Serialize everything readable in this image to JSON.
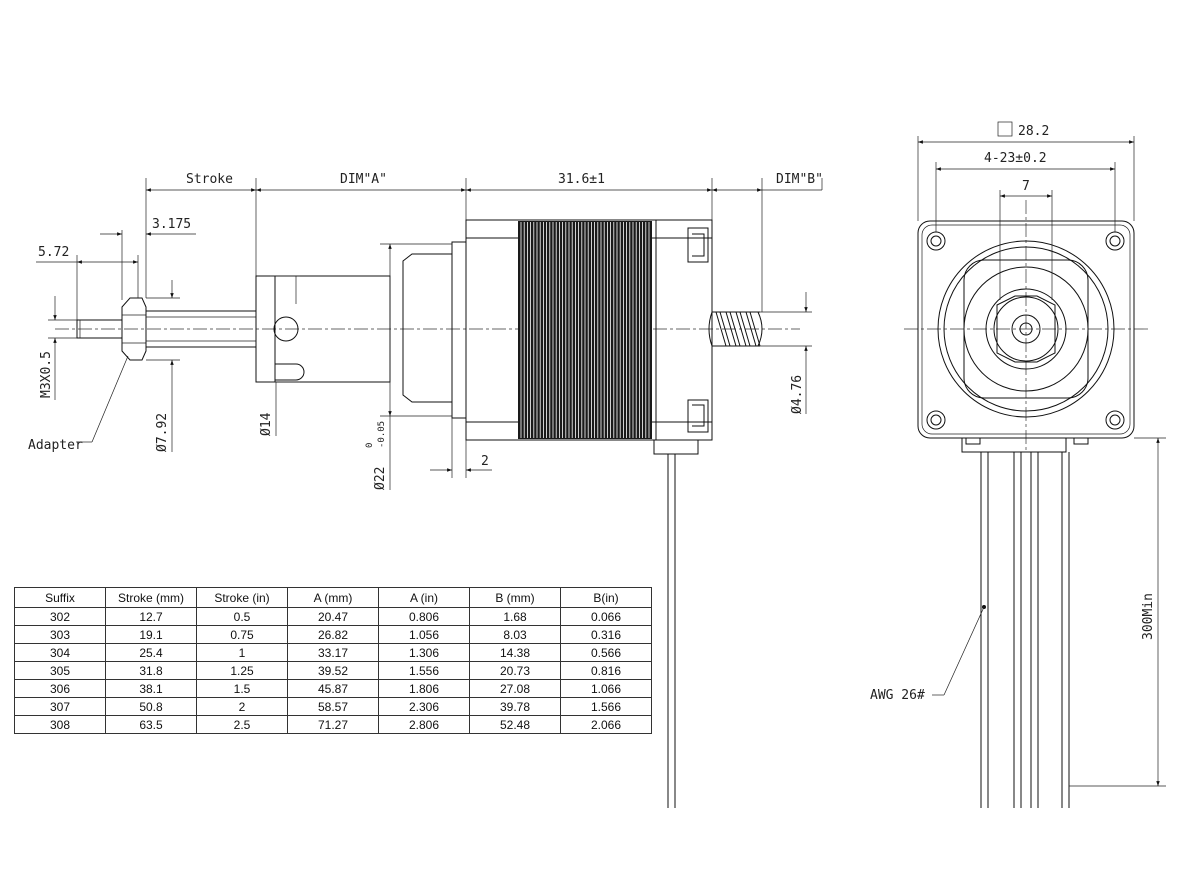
{
  "labels": {
    "stroke": "Stroke",
    "dim_a": "DIM\"A\"",
    "body_len": "31.6±1",
    "dim_b": "DIM\"B\"",
    "d3175": "3.175",
    "d572": "5.72",
    "m3": "M3X0.5",
    "d792": "Ø7.92",
    "adapter": "Adapter",
    "d14": "Ø14",
    "d22": "Ø22",
    "d22_tol_upper": "0",
    "d22_tol_lower": "-0.05",
    "d2": "2",
    "d476": "Ø4.76",
    "sq": "28.2",
    "holes": "4-23±0.2",
    "d7": "7",
    "lead": "300Min",
    "awg": "AWG 26#"
  },
  "table": {
    "headers": [
      "Suffix",
      "Stroke (mm)",
      "Stroke (in)",
      "A (mm)",
      "A (in)",
      "B (mm)",
      "B(in)"
    ],
    "rows": [
      [
        "302",
        "12.7",
        "0.5",
        "20.47",
        "0.806",
        "1.68",
        "0.066"
      ],
      [
        "303",
        "19.1",
        "0.75",
        "26.82",
        "1.056",
        "8.03",
        "0.316"
      ],
      [
        "304",
        "25.4",
        "1",
        "33.17",
        "1.306",
        "14.38",
        "0.566"
      ],
      [
        "305",
        "31.8",
        "1.25",
        "39.52",
        "1.556",
        "20.73",
        "0.816"
      ],
      [
        "306",
        "38.1",
        "1.5",
        "45.87",
        "1.806",
        "27.08",
        "1.066"
      ],
      [
        "307",
        "50.8",
        "2",
        "58.57",
        "2.306",
        "39.78",
        "1.566"
      ],
      [
        "308",
        "63.5",
        "2.5",
        "71.27",
        "2.806",
        "52.48",
        "2.066"
      ]
    ]
  }
}
